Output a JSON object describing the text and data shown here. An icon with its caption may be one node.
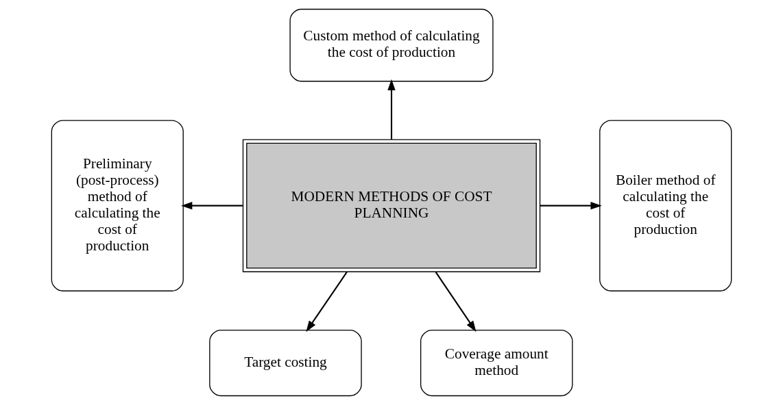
{
  "diagram": {
    "nodes": [
      {
        "text": [
          "Custom method of calculating the cost of production"
        ]
      },
      {
        "text": [
          "Preliminary (post-process) method of calculating the cost of production"
        ]
      },
      {
        "text": [
          "MODERN METHODS OF COST PLANNING"
        ]
      },
      {
        "text": [
          "Boiler method of calculating the cost of production"
        ]
      },
      {
        "text": [
          "Target costing"
        ]
      },
      {
        "text": [
          "Coverage amount method"
        ]
      }
    ],
    "edges": [
      {
        "from": 2,
        "to": 0,
        "arrow": "to"
      },
      {
        "from": 2,
        "to": 1,
        "arrow": "to"
      },
      {
        "from": 2,
        "to": 3,
        "arrow": "to"
      },
      {
        "from": 2,
        "to": 4,
        "arrow": "to"
      },
      {
        "from": 2,
        "to": 5,
        "arrow": "to"
      }
    ]
  }
}
